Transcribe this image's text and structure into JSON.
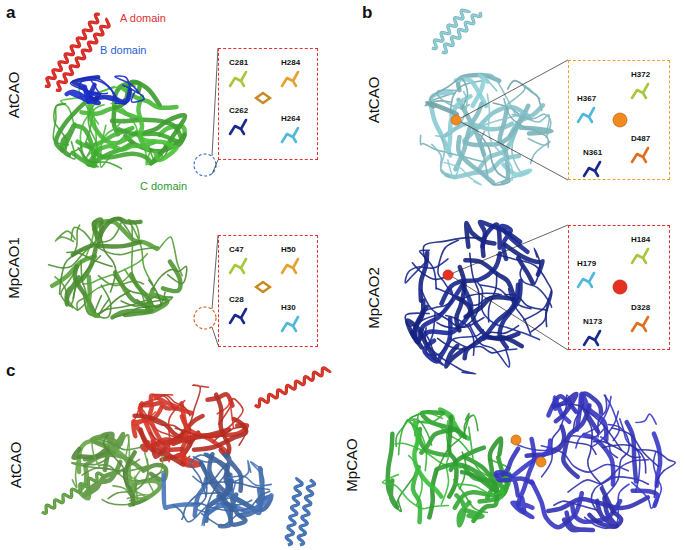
{
  "diagram": {
    "nodes": [
      {
        "text": [
          "C281",
          "H284",
          "C262",
          "H264"
        ]
      },
      {
        "text": [
          "C47",
          "H50",
          "C28",
          "H30"
        ]
      },
      {
        "text": [
          "H372",
          "H367",
          "D487",
          "N361"
        ]
      },
      {
        "text": [
          "H184",
          "H179",
          "D328",
          "N173"
        ]
      }
    ],
    "labels": [
      "a",
      "AtCAO",
      "A domain",
      "B domain",
      "C domain",
      "MpCAO1",
      "b",
      "AtCAO",
      "MpCAO2",
      "c",
      "AtCAO",
      "MpCAO"
    ]
  }
}
